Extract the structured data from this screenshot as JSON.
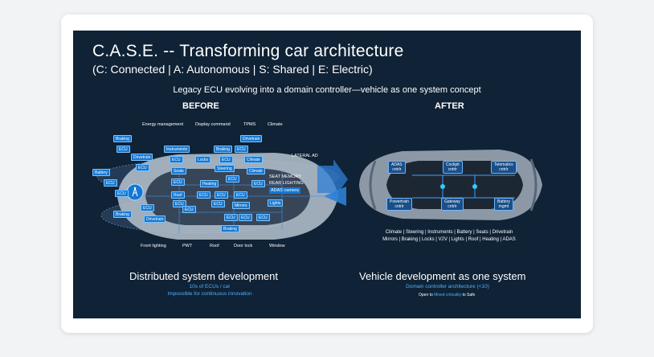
{
  "title": "C.A.S.E. -- Transforming car architecture",
  "subtitle": "(C: Connected  | A: Autonomous  | S: Shared  | E: Electric)",
  "tagline": "Legacy ECU evolving into a domain controller—vehicle as one system concept",
  "before": {
    "heading": "BEFORE",
    "top_labels": [
      "Energy management",
      "Display command",
      "TPMS",
      "Climate"
    ],
    "bottom_labels": [
      "Front lighting",
      "PWT",
      "Roof",
      "Door lock",
      "Window"
    ],
    "side_labels": {
      "lateral": "LATERAL AD",
      "seat": "SEAT MEMORY",
      "rear": "REAR LIGHTING",
      "adas": "ADAS camera"
    },
    "ecus": [
      "Braking",
      "ECU",
      "Drivetrain",
      "Instruments",
      "Braking",
      "ECU",
      "Drivetrain",
      "Battery",
      "ECU",
      "ECU",
      "ECU",
      "Locks",
      "ECU",
      "Climate",
      "Seats",
      "Steering",
      "Climate",
      "ECU",
      "Heating",
      "ECU",
      "ECU",
      "ECU",
      "Roof",
      "ECU",
      "ECU",
      "ECU",
      "Lights",
      "ECU",
      "ECU",
      "ECU",
      "Mirrors",
      "ECU",
      "Braking",
      "Drivetrain",
      "ECU",
      "ECU",
      "ECU",
      "Braking"
    ],
    "bottom_title": "Distributed system development",
    "bottom_sub1": "10s of ECUs / car",
    "bottom_sub2": "Impossible for continuous innovation"
  },
  "after": {
    "heading": "AFTER",
    "controllers": [
      {
        "name": "ADAS",
        "sub": "cntrlr"
      },
      {
        "name": "Cockpit",
        "sub": "cntrlr"
      },
      {
        "name": "Telematics",
        "sub": "cntrlr"
      },
      {
        "name": "Powertrain",
        "sub": "cntrlr"
      },
      {
        "name": "Gateway",
        "sub": "cntrlr"
      },
      {
        "name": "Battery",
        "sub": "mgmt"
      }
    ],
    "features_line1": "Climate | Steering | Instruments | Battery | Seats | Drivetrain",
    "features_line2": "Mirrors | Braking | Locks | V2V | Lights | Roof | Heating | ADAS",
    "bottom_title": "Vehicle development as one system",
    "bottom_sub": "Domain controller architecture (<10)",
    "tiny_pre": "Open to ",
    "tiny_hl": "Mixed criticality",
    "tiny_post": " to Safe"
  },
  "colors": {
    "slide_bg": "#0f2236",
    "ecu_blue": "#1677d2",
    "accent": "#4db2ff"
  }
}
